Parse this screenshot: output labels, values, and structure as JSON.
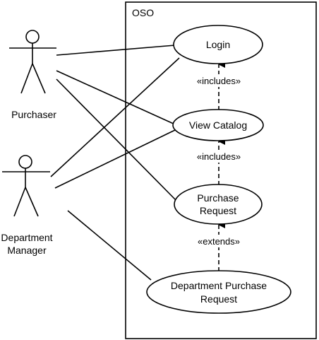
{
  "system": {
    "label": "OSO"
  },
  "actors": {
    "purchaser": {
      "label": "Purchaser"
    },
    "manager": {
      "line1": "Department",
      "line2": "Manager"
    }
  },
  "use_cases": {
    "login": {
      "label": "Login"
    },
    "view_catalog": {
      "label": "View Catalog"
    },
    "purchase_request": {
      "line1": "Purchase",
      "line2": "Request"
    },
    "dept_purchase_request": {
      "line1": "Department Purchase",
      "line2": "Request"
    }
  },
  "relations": {
    "includes_1": "«includes»",
    "includes_2": "«includes»",
    "extends": "«extends»"
  }
}
